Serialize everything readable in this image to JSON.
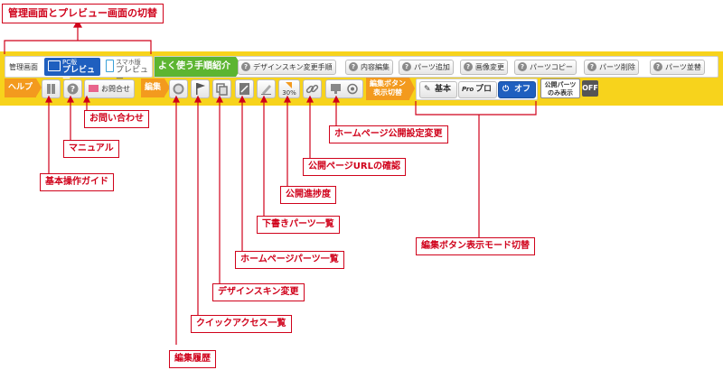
{
  "callouts": {
    "preview_switch": "管理画面とプレビュー画面の切替",
    "homepage_public_settings": "ホームページ公開設定変更",
    "public_page_url": "公開ページURLの確認",
    "public_progress": "公開進捗度",
    "draft_parts_list": "下書きパーツ一覧",
    "homepage_parts_list": "ホームページパーツ一覧",
    "design_skin_change": "デザインスキン変更",
    "quick_access_list": "クイックアクセス一覧",
    "edit_history": "編集履歴",
    "inquiry": "お問い合わせ",
    "manual": "マニュアル",
    "basic_guide": "基本操作ガイド",
    "edit_button_mode": "編集ボタン表示モード切替"
  },
  "mode_switch": {
    "label": "管理画面",
    "pc_small": "PC版",
    "pc_large": "プレビュー",
    "sp_small": "スマホ版",
    "sp_large": "プレビュー"
  },
  "quick_procedures": {
    "title": "よく使う手順紹介",
    "items": [
      "デザインスキン変更手順",
      "内容編集",
      "パーツ追加",
      "画像変更",
      "パーツコピー",
      "パーツ削除",
      "パーツ並替"
    ]
  },
  "help": {
    "tag": "ヘルプ",
    "inquiry_label": "お問合せ"
  },
  "edit": {
    "tag": "編集",
    "progress_value": "30%"
  },
  "edit_button_mode": {
    "tag_line1": "編集ボタン",
    "tag_line2": "表示切替",
    "basic": "基本",
    "pro": "プロ",
    "off": "オフ"
  },
  "public_parts": {
    "line1": "公開パーツ",
    "line2": "のみ表示",
    "off": "OFF"
  },
  "colors": {
    "toolbar_bg": "#f7d31c",
    "accent_red": "#d0021b",
    "green": "#5cb531",
    "orange": "#f39a1e",
    "blue": "#1f5fbf"
  }
}
